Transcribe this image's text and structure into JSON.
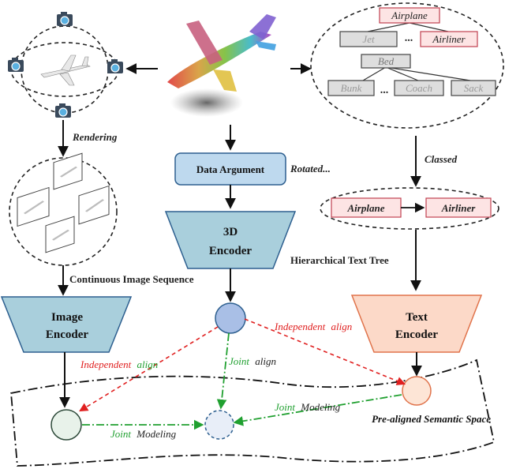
{
  "labels": {
    "rendering": "Rendering",
    "data_argument": "Data Argument",
    "rotated": "Rotated...",
    "classed": "Classed",
    "encoder_3d_line1": "3D",
    "encoder_3d_line2": "Encoder",
    "image_encoder_line1": "Image",
    "image_encoder_line2": "Encoder",
    "text_encoder_line1": "Text",
    "text_encoder_line2": "Encoder",
    "continuous_image_sequence": "Continuous Image Sequence",
    "hierarchical_text_tree": "Hierarchical Text Tree",
    "pre_aligned_space": "Pre-aligned Semantic Space"
  },
  "alignment": {
    "independent_word": "Independent",
    "align_word": "align",
    "joint_word": "Joint",
    "modeling_word": "Modeling"
  },
  "tree": {
    "root_1": "Airplane",
    "child_1a": "Jet",
    "ellipsis_1": "...",
    "child_1b": "Airliner",
    "root_2": "Bed",
    "child_2a": "Bunk",
    "ellipsis_2": "...",
    "child_2b": "Coach",
    "child_2c": "Sack"
  },
  "chain": {
    "node_1": "Airplane",
    "node_2": "Airliner"
  },
  "colors": {
    "encoder_3d_fill": "#a9cfdc",
    "box_fill": "#bed9ee",
    "box_stroke": "#2d5f8f",
    "text_encoder_fill": "#fcd9c8",
    "text_encoder_stroke": "#e0734b",
    "tree_highlight_fill": "#fde4e4",
    "tree_highlight_stroke": "#c04050",
    "tree_gray_fill": "#dedede",
    "node_3d_fill": "#a9bfe6",
    "node_image_fill": "#e8f2ea",
    "node_text_fill": "#fde5d6",
    "independent_color": "#e02020",
    "joint_color": "#20a030"
  }
}
